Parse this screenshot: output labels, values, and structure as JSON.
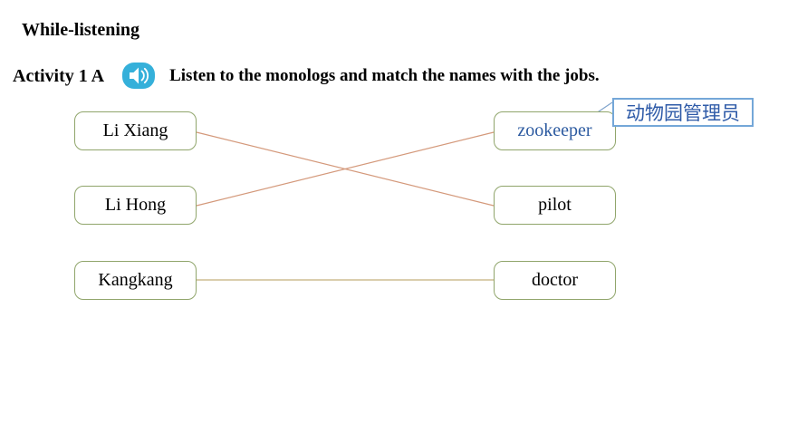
{
  "slide": {
    "section_title": "While-listening",
    "activity": {
      "label": "Activity 1 A",
      "audio_icon": "speaker-icon",
      "instruction": "Listen to the monologs and match the names with the jobs."
    },
    "names": [
      {
        "label": "Li Xiang"
      },
      {
        "label": "Li Hong"
      },
      {
        "label": "Kangkang"
      }
    ],
    "jobs": [
      {
        "label": "zookeeper",
        "highlighted": true
      },
      {
        "label": "pilot",
        "highlighted": false
      },
      {
        "label": "doctor",
        "highlighted": false
      }
    ],
    "matches": [
      {
        "name": "Li Xiang",
        "job": "pilot"
      },
      {
        "name": "Li Hong",
        "job": "zookeeper"
      },
      {
        "name": "Kangkang",
        "job": "doctor"
      }
    ],
    "callout": {
      "text": "动物园管理员",
      "points_to": "zookeeper"
    },
    "colors": {
      "audio_icon_blue": "#35B0DA",
      "box_border_green": "#90A56B",
      "match_line_diagonal": "#D4997B",
      "match_line_horizontal": "#C4B07C",
      "zookeeper_text_blue": "#2C5AA0",
      "callout_border_blue": "#74A7D8",
      "callout_text_blue": "#2F5BA8"
    }
  }
}
